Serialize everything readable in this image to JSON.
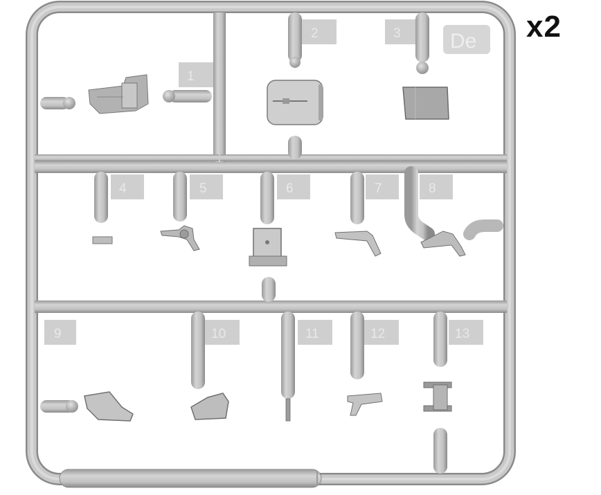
{
  "quantity_label": "x2",
  "sprue_code": "De",
  "part_numbers": [
    "1",
    "2",
    "3",
    "4",
    "5",
    "6",
    "7",
    "8",
    "9",
    "10",
    "11",
    "12",
    "13"
  ],
  "colors": {
    "plastic": "#bdbdbd",
    "plastic_dark": "#8f8f8f",
    "plastic_light": "#dcdcdc",
    "tag": "#cfcfcf",
    "background": "#ffffff"
  }
}
